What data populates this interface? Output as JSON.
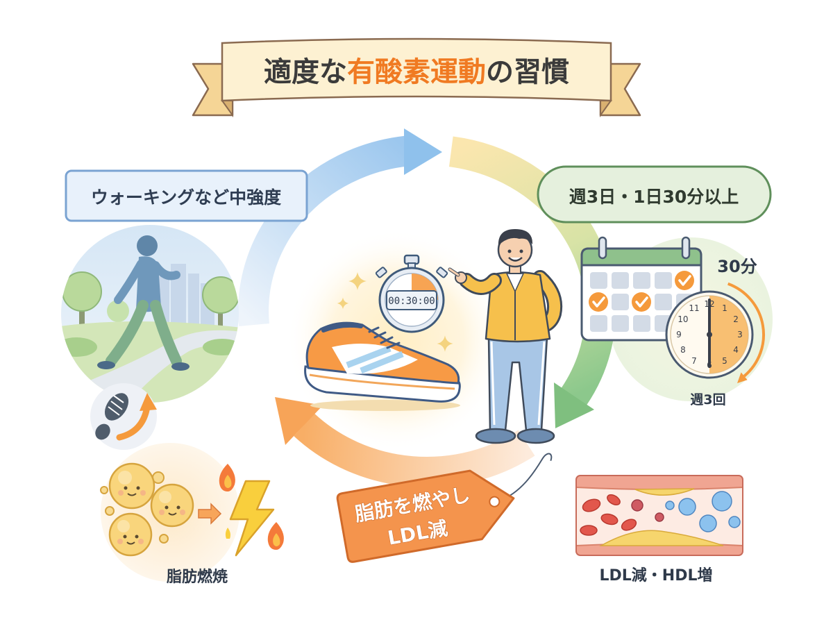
{
  "title": {
    "prefix": "適度な",
    "highlight": "有酸素運動",
    "suffix": "の習慣"
  },
  "intensity_label": "ウォーキングなど中強度",
  "frequency_label": "週3日・1日30分以上",
  "stopwatch": {
    "time": "00:30:00"
  },
  "clock": {
    "duration_label": "30分",
    "weekly_label": "週3回",
    "numbers": [
      "12",
      "1",
      "2",
      "3",
      "4",
      "5",
      "6",
      "7",
      "8",
      "9",
      "10",
      "11"
    ]
  },
  "tag": {
    "line1": "脂肪を燃やし",
    "line2": "LDL減"
  },
  "fat_burn_label": "脂肪燃焼",
  "lipid_label": "LDL減・HDL増",
  "icons": [
    "title-ribbon-icon",
    "cycle-arrow-icon",
    "walking-person-icon",
    "footprint-arrow-icon",
    "sneaker-icon",
    "stopwatch-icon",
    "sparkle-icon",
    "coach-person-icon",
    "calendar-icon",
    "clock-icon",
    "fat-cell-icon",
    "lightning-icon",
    "flame-icon",
    "artery-icon",
    "price-tag-icon"
  ],
  "colors": {
    "title_text": "#3b3b3b",
    "title_highlight": "#f07a22",
    "intensity_box": "#e8f1fb",
    "frequency_pill": "#e5f0dd",
    "tag": "#f4944d",
    "cycle_blue": "#9cc7ee",
    "cycle_green": "#8cc88c",
    "cycle_orange": "#f8b06a"
  }
}
